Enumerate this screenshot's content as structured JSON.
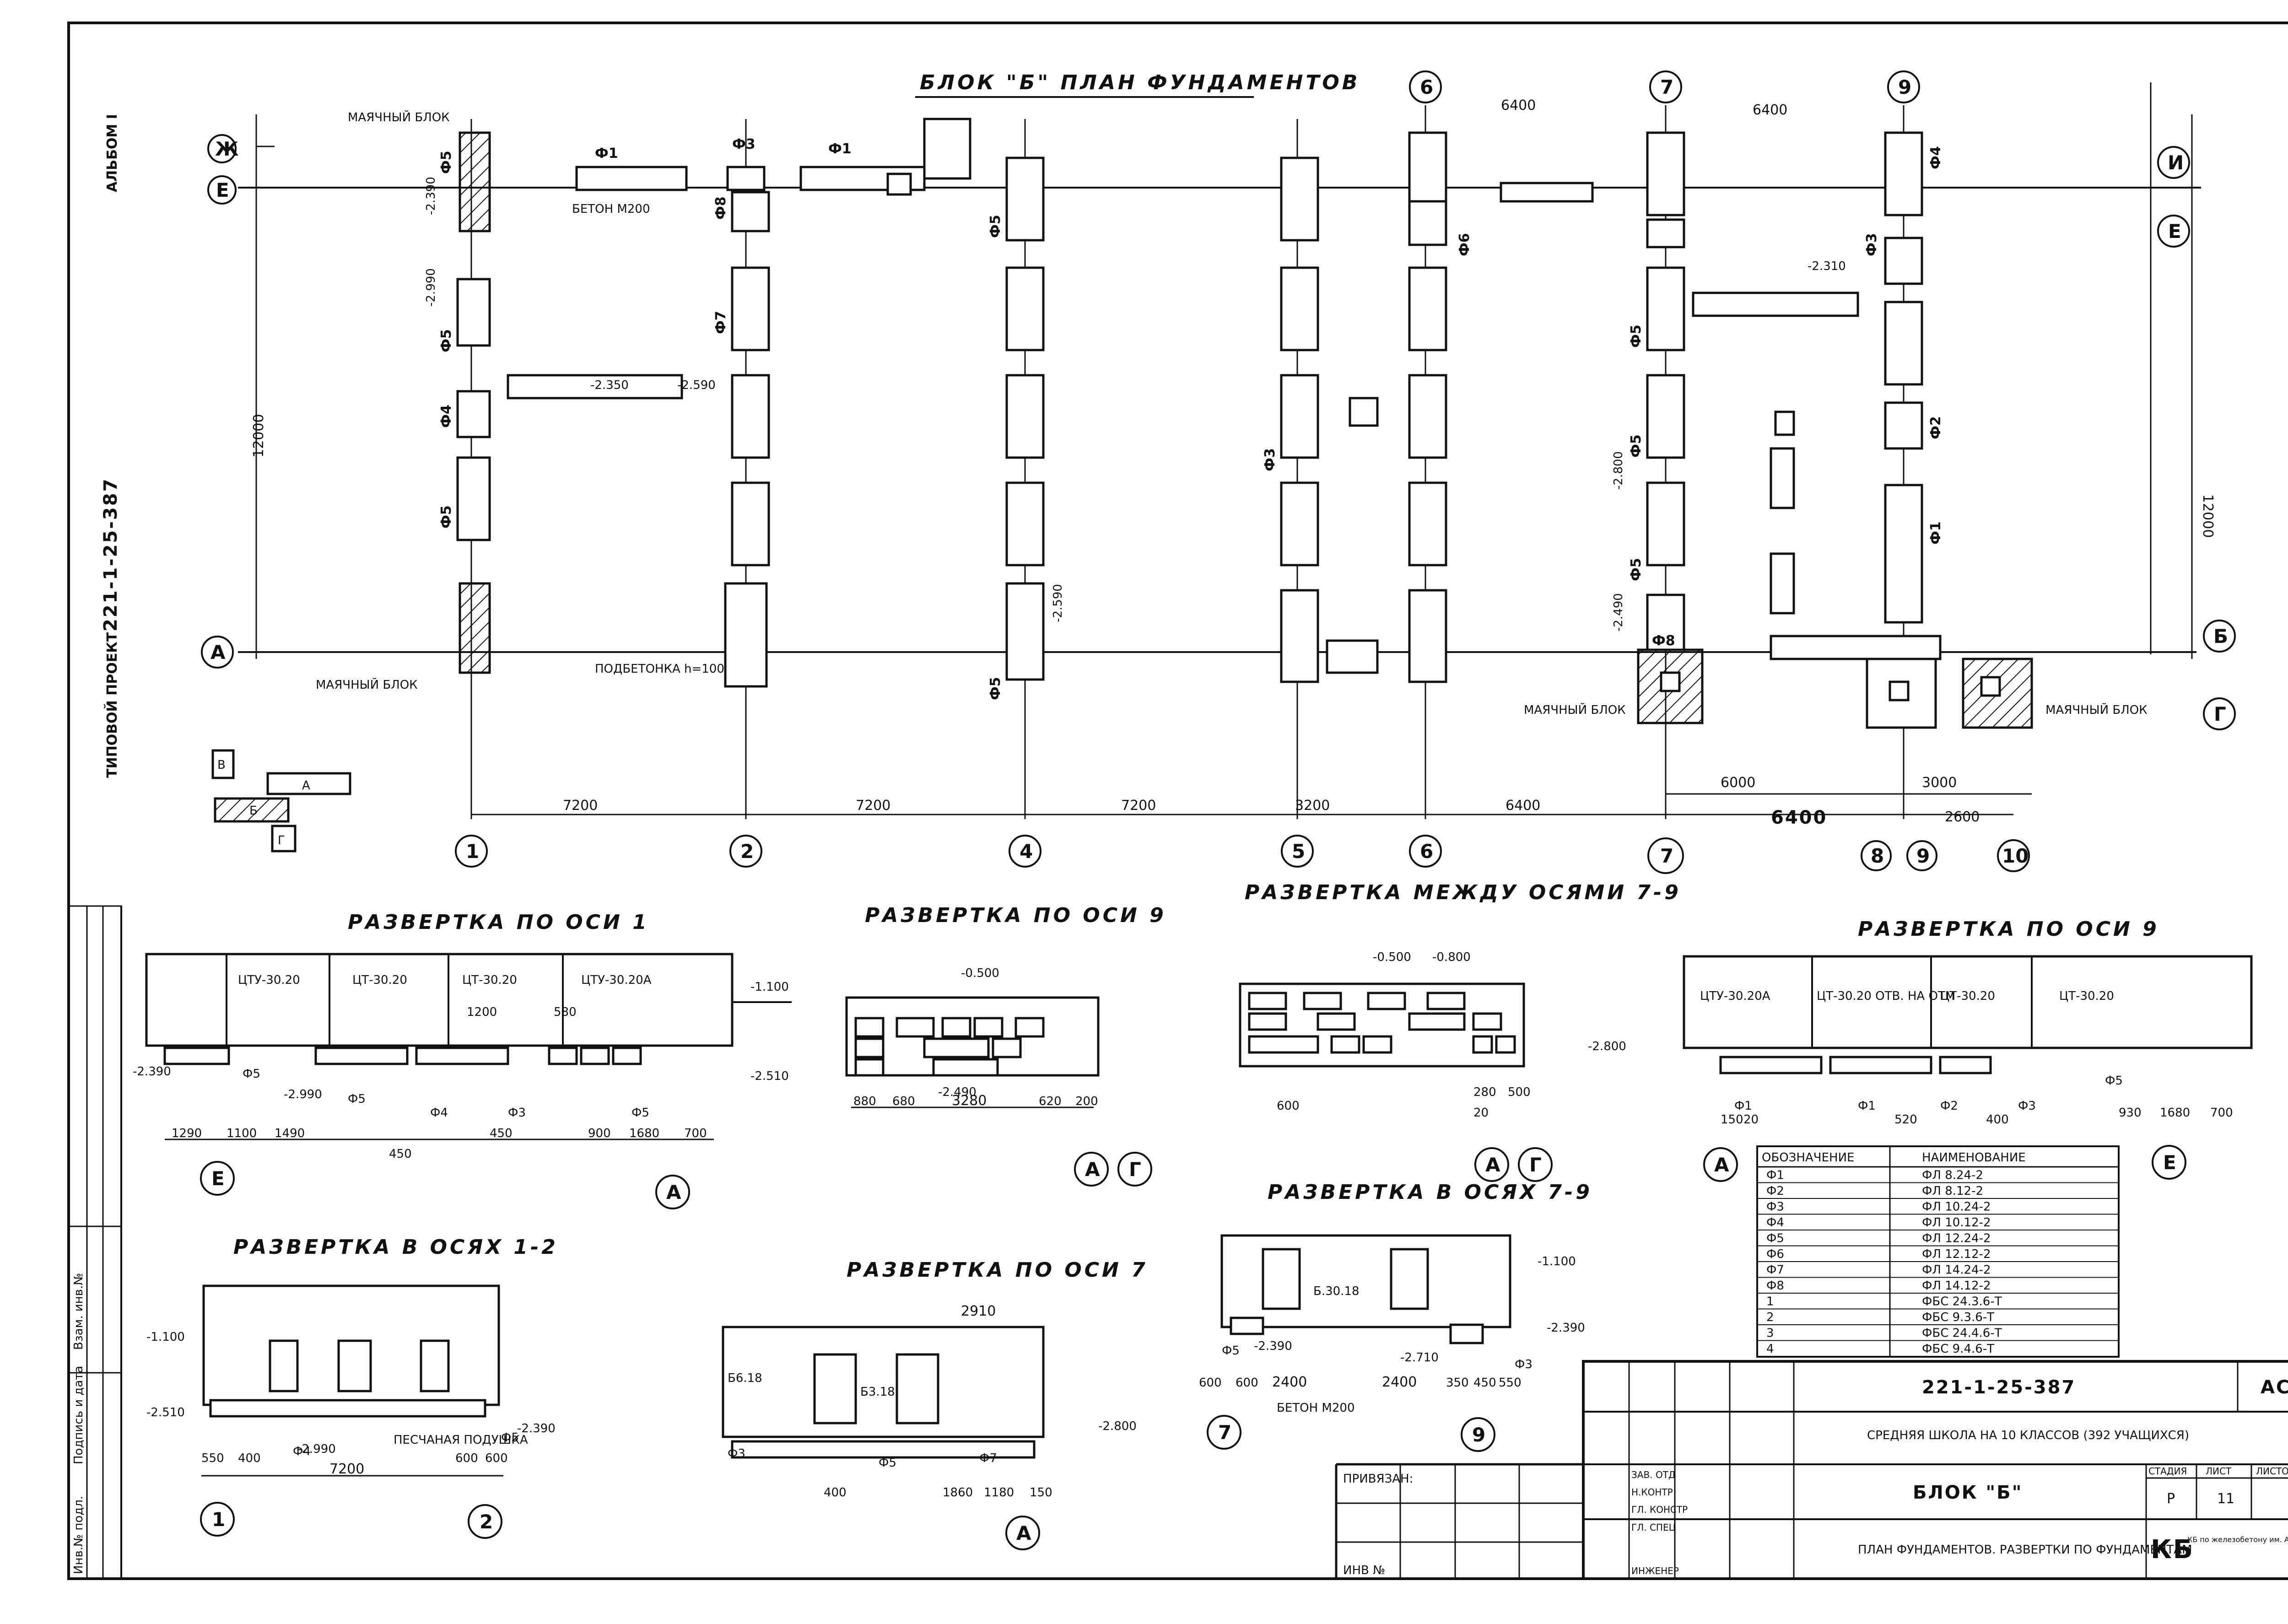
{
  "sheet": {
    "side_header": "ТИПОВОЙ ПРОЕКТ",
    "side_code": "221-1-25-387",
    "album": "АЛЬБОМ I",
    "stamp_labels": [
      "Инв.№ подл.",
      "Подпись и дата",
      "Взам. инв.№"
    ]
  },
  "plan": {
    "title": "БЛОК \"Б\" ПЛАН ФУНДАМЕНТОВ",
    "axes_bottom": [
      "1",
      "2",
      "4",
      "5",
      "6",
      "7",
      "8",
      "9",
      "10"
    ],
    "axes_top": [
      "6",
      "7",
      "9"
    ],
    "axes_left": [
      "Ж",
      "Е",
      "А"
    ],
    "axes_right": [
      "И",
      "Е",
      "Б",
      "Г"
    ],
    "dims_bottom": [
      "7200",
      "7200",
      "7200",
      "3200",
      "6400"
    ],
    "dims_bottom_right": [
      "6000",
      "6400",
      "2600",
      "3000"
    ],
    "dims_top": [
      "6400",
      "6400"
    ],
    "dims_side": [
      "12000",
      "12000"
    ],
    "foundation_labels": [
      "Ф1",
      "Ф3",
      "Ф1",
      "Ф5",
      "Ф4",
      "Ф5",
      "Ф5",
      "Ф7",
      "Ф8",
      "Ф5",
      "Ф5",
      "Ф3",
      "Ф6",
      "Ф5",
      "Ф5",
      "Ф5",
      "Ф8",
      "Ф1",
      "Ф2",
      "Ф3",
      "Ф4"
    ],
    "notes": {
      "beacon_block": "МАЯЧНЫЙ БЛОК",
      "concrete": "БЕТОН М200",
      "bedding": "ПОДБЕТОНКА h=100"
    },
    "levels": [
      "-2.390",
      "-2.990",
      "-2.350",
      "-2.590",
      "-2.800",
      "-2.490",
      "-2.310",
      "-2.590"
    ],
    "key_plan": [
      "В",
      "А",
      "Б",
      "Г"
    ]
  },
  "sections": [
    {
      "title": "РАЗВЕРТКА ПО ОСИ 1",
      "blocks": [
        "ЦТУ-30.20",
        "ЦТ-30.20",
        "ЦТ-30.20",
        "ЦТУ-30.20А"
      ],
      "axes": [
        "Е",
        "А"
      ],
      "levels": [
        "-1.100",
        "-2.390",
        "-2.990",
        "-2.510"
      ],
      "dims": [
        "1290",
        "1100",
        "1490",
        "900",
        "1680",
        "700",
        "450",
        "450",
        "1200",
        "580"
      ],
      "labels": [
        "Ф5",
        "Ф5",
        "Ф4",
        "Ф3",
        "Ф5"
      ]
    },
    {
      "title": "РАЗВЕРТКА ПО ОСИ 9",
      "axes": [
        "А",
        "Г"
      ],
      "levels": [
        "-0.500",
        "-2.490"
      ],
      "dims": [
        "880",
        "680",
        "3280",
        "620",
        "200"
      ]
    },
    {
      "title": "РАЗВЕРТКА МЕЖДУ ОСЯМИ 7-9",
      "axes": [
        "А",
        "Г"
      ],
      "levels": [
        "-0.500",
        "-0.800",
        "-2.800"
      ],
      "dims": [
        "600",
        "20",
        "280",
        "500"
      ]
    },
    {
      "title": "РАЗВЕРТКА ПО ОСИ 9",
      "blocks": [
        "ЦТУ-30.20А",
        "ЦТ-30.20 ОТВ. НА ОТМ",
        "ЦТ-30.20",
        "ЦТ-30.20"
      ],
      "axes": [
        "А",
        "Е"
      ],
      "dims": [
        "150",
        "20",
        "520",
        "400",
        "930",
        "1680",
        "700"
      ],
      "labels": [
        "Ф1",
        "Ф1",
        "Ф2",
        "Ф3",
        "Ф5"
      ]
    },
    {
      "title": "РАЗВЕРТКА В ОСЯХ 1-2",
      "axes": [
        "1",
        "2"
      ],
      "levels": [
        "-1.100",
        "-2.390",
        "-2.990",
        "-2.510"
      ],
      "dims": [
        "7200",
        "550",
        "400",
        "600",
        "600"
      ],
      "labels": [
        "Ф4",
        "Ф5"
      ],
      "note": "ПЕСЧАНАЯ ПОДУШКА"
    },
    {
      "title": "РАЗВЕРТКА ПО ОСИ 7",
      "axes": [
        "А"
      ],
      "levels": [
        "-2.800"
      ],
      "dims": [
        "2910",
        "400",
        "1860",
        "1180",
        "150"
      ],
      "labels": [
        "Ф3",
        "Ф5",
        "Ф7"
      ],
      "blocks": [
        "Б6.18",
        "Б3.18"
      ]
    },
    {
      "title": "РАЗВЕРТКА В ОСЯХ 7-9",
      "axes": [
        "7",
        "9"
      ],
      "levels": [
        "-1.100",
        "-2.390",
        "-2.390",
        "-2.710"
      ],
      "dims": [
        "600",
        "600",
        "2400",
        "2400",
        "350",
        "450",
        "550"
      ],
      "labels": [
        "Ф5",
        "Ф3"
      ],
      "blocks": [
        "Б.30.18"
      ],
      "note": "БЕТОН М200"
    }
  ],
  "legend": {
    "headers": [
      "ОБОЗНАЧЕНИЕ",
      "НАИМЕНОВАНИЕ"
    ],
    "rows": [
      [
        "Ф1",
        "ФЛ 8.24-2"
      ],
      [
        "Ф2",
        "ФЛ 8.12-2"
      ],
      [
        "Ф3",
        "ФЛ 10.24-2"
      ],
      [
        "Ф4",
        "ФЛ 10.12-2"
      ],
      [
        "Ф5",
        "ФЛ 12.24-2"
      ],
      [
        "Ф6",
        "ФЛ 12.12-2"
      ],
      [
        "Ф7",
        "ФЛ 14.24-2"
      ],
      [
        "Ф8",
        "ФЛ 14.12-2"
      ],
      [
        "1",
        "ФБС 24.3.6-Т"
      ],
      [
        "2",
        "ФБС 9.3.6-Т"
      ],
      [
        "3",
        "ФБС 24.4.6-Т"
      ],
      [
        "4",
        "ФБС 9.4.6-Т"
      ]
    ]
  },
  "title_block": {
    "code": "221-1-25-387",
    "sheet_type": "АС",
    "project": "СРЕДНЯЯ ШКОЛА НА 10 КЛАССОВ (392 УЧАЩИХСЯ)",
    "block": "БЛОК \"Б\"",
    "drawing": "ПЛАН ФУНДАМЕНТОВ. РАЗВЕРТКИ ПО ФУНДАМЕНТАМ",
    "stage_header": "СТАДИЯ",
    "sheet_header": "ЛИСТ",
    "sheets_header": "ЛИСТОВ",
    "stage": "Р",
    "sheet_no": "11",
    "organization": "КБ по железобетону им. А.А. Якушева г. Москва",
    "org_short": "КБ",
    "approval_label": "ПРИВЯЗАН:",
    "inv_label": "ИНВ №",
    "roles": [
      "ЗАВ. ОТД",
      "Н.КОНТР",
      "ГЛ. КОНСТР",
      "ГЛ. СПЕЦ",
      "ИНЖЕНЕР"
    ]
  }
}
